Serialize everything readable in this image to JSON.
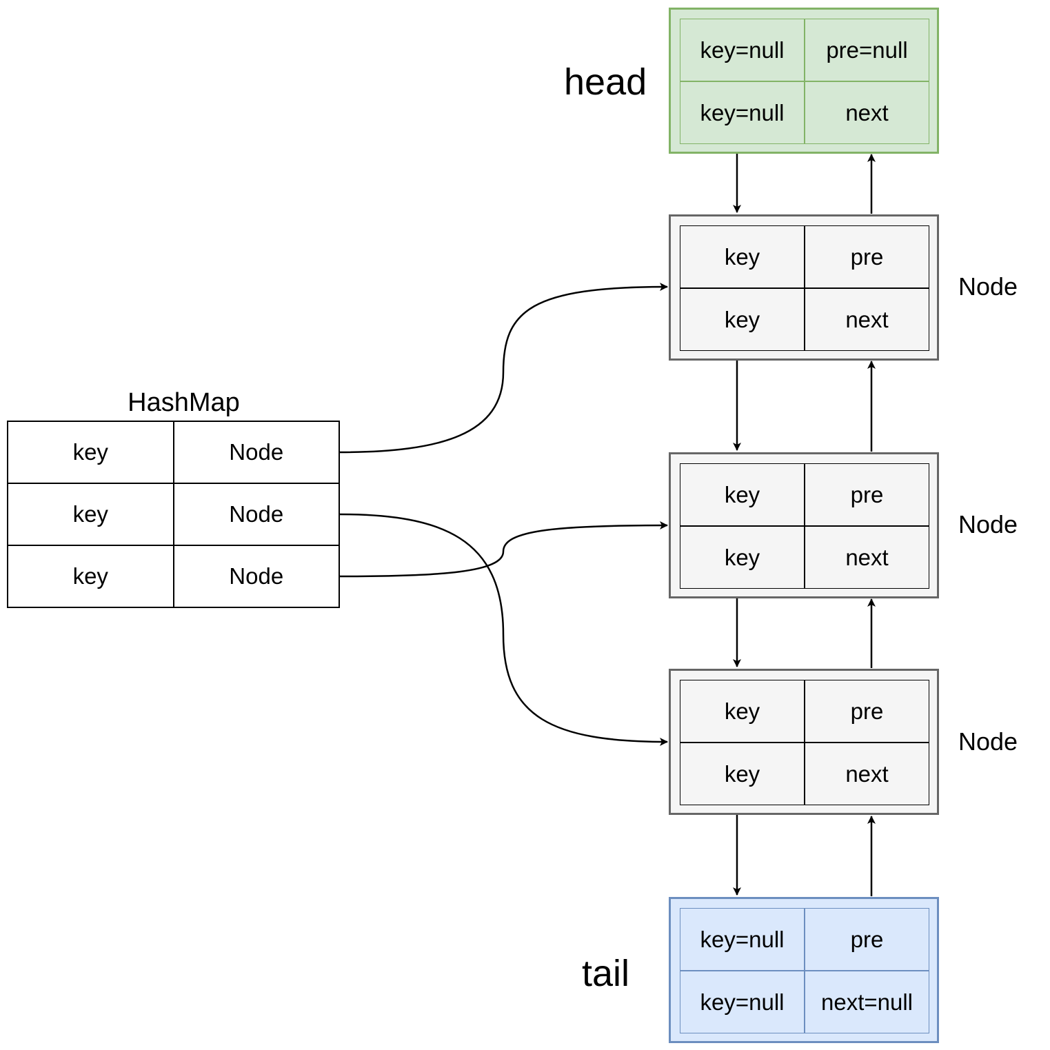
{
  "labels": {
    "head": "head",
    "tail": "tail",
    "hashmap_title": "HashMap",
    "node_side_1": "Node",
    "node_side_2": "Node",
    "node_side_3": "Node"
  },
  "head_node": {
    "cells": [
      "key=null",
      "pre=null",
      "key=null",
      "next"
    ]
  },
  "nodes": [
    {
      "cells": [
        "key",
        "pre",
        "key",
        "next"
      ]
    },
    {
      "cells": [
        "key",
        "pre",
        "key",
        "next"
      ]
    },
    {
      "cells": [
        "key",
        "pre",
        "key",
        "next"
      ]
    }
  ],
  "tail_node": {
    "cells": [
      "key=null",
      "pre",
      "key=null",
      "next=null"
    ]
  },
  "hashmap": {
    "rows": [
      {
        "key": "key",
        "value": "Node"
      },
      {
        "key": "key",
        "value": "Node"
      },
      {
        "key": "key",
        "value": "Node"
      }
    ]
  },
  "colors": {
    "head_fill": "#d5e8d4",
    "head_stroke": "#82b366",
    "tail_fill": "#dae8fc",
    "tail_stroke": "#6c8ebf",
    "node_fill": "#f5f5f5",
    "node_stroke": "#666666"
  }
}
